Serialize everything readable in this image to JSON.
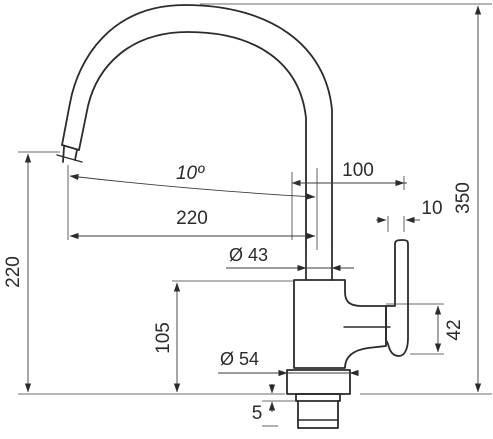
{
  "diagram": {
    "dimensions": {
      "total_height": "350",
      "spout_height": "220",
      "reach": "220",
      "angle": "10º",
      "spout_offset": "100",
      "lever_width": "10",
      "spout_diameter": "Ø 43",
      "base_height": "105",
      "lever_height": "42",
      "base_diameter": "Ø 54",
      "flange": "5"
    }
  }
}
